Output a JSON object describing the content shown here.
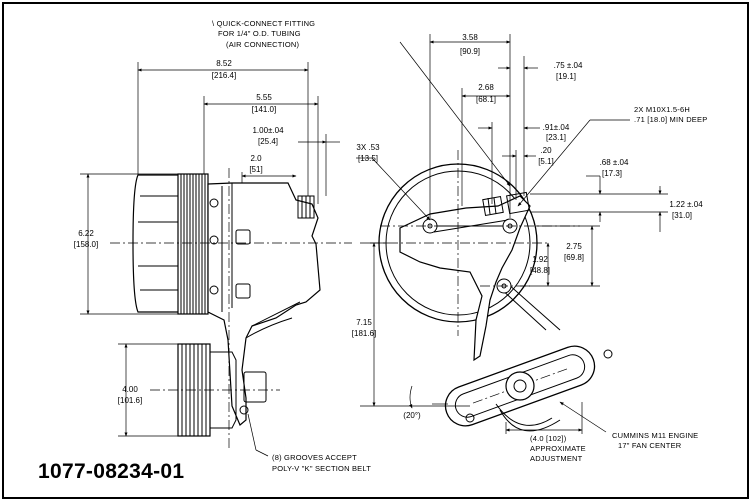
{
  "part_number": "1077-08234-01",
  "notes": {
    "fitting_line1": "QUICK-CONNECT FITTING",
    "fitting_line2": "FOR 1/4\" O.D. TUBING",
    "fitting_line3": "(AIR CONNECTION)",
    "thread_line1": "2X M10X1.5-6H",
    "thread_line2": ".71 [18.0] MIN DEEP",
    "grooves_line1": "(8) GROOVES ACCEPT",
    "grooves_line2": "POLY-V \"K\" SECTION BELT",
    "adjust_line1": "(4.0 [102])",
    "adjust_line2": "APPROXIMATE",
    "adjust_line3": "ADJUSTMENT",
    "engine_line1": "CUMMINS M11 ENGINE",
    "engine_line2": "17\" FAN CENTER"
  },
  "dimensions": {
    "d852": "8.52",
    "d852mm": "[216.4]",
    "d555": "5.55",
    "d555mm": "[141.0]",
    "d100": "1.00±.04",
    "d100mm": "[25.4]",
    "d20": "2.0",
    "d20mm": "[51]",
    "d622": "6.22",
    "d622mm": "[158.0]",
    "d400": "4.00",
    "d400mm": "[101.6]",
    "d358": "3.58",
    "d358mm": "[90.9]",
    "d75": ".75 ±.04",
    "d75mm": "[19.1]",
    "d268": "2.68",
    "d268mm": "[68.1]",
    "d91": ".91±.04",
    "d91mm": "[23.1]",
    "d3x53": "3X .53",
    "d3x53mm": "[13.5]",
    "d20b": ".20",
    "d20bmm": "[5.1]",
    "d68": ".68 ±.04",
    "d68mm": "[17.3]",
    "d122": "1.22 ±.04",
    "d122mm": "[31.0]",
    "d275": "2.75",
    "d275mm": "[69.8]",
    "d192": "1.92",
    "d192mm": "[48.8]",
    "d715": "7.15",
    "d715mm": "[181.6]",
    "angle": "(20°)"
  }
}
